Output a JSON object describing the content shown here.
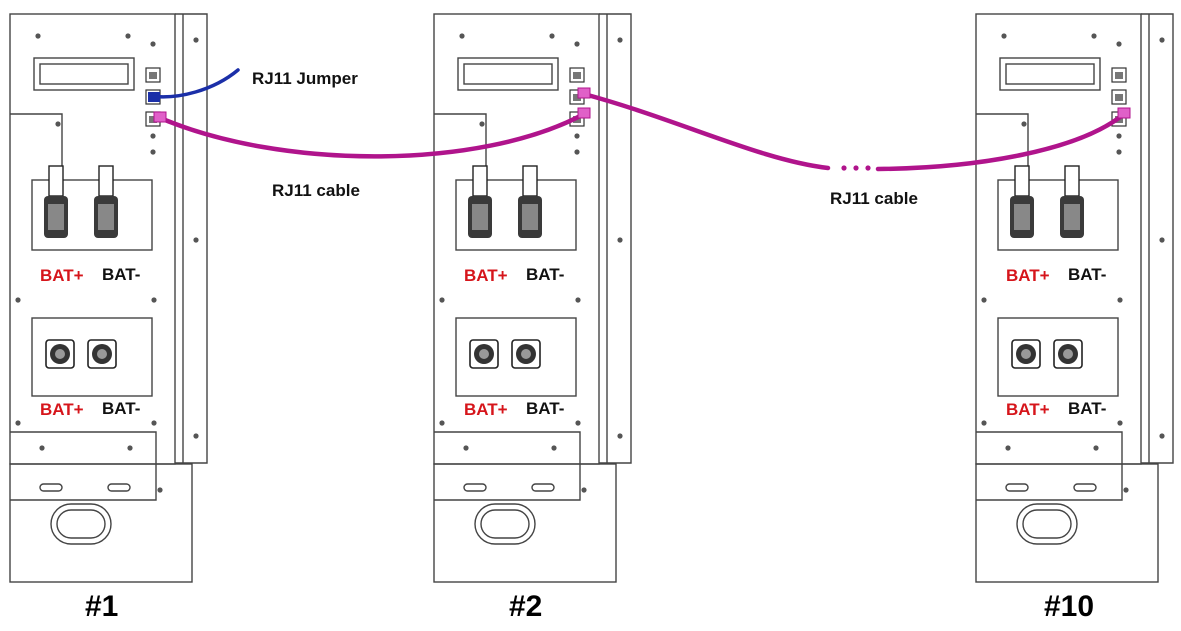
{
  "diagram": {
    "units": [
      {
        "id": "1",
        "number_label": "#1",
        "terminal_labels": {
          "upper": {
            "positive": "BAT+",
            "negative": "BAT-"
          },
          "lower": {
            "positive": "BAT+",
            "negative": "BAT-"
          }
        }
      },
      {
        "id": "2",
        "number_label": "#2",
        "terminal_labels": {
          "upper": {
            "positive": "BAT+",
            "negative": "BAT-"
          },
          "lower": {
            "positive": "BAT+",
            "negative": "BAT-"
          }
        }
      },
      {
        "id": "10",
        "number_label": "#10",
        "terminal_labels": {
          "upper": {
            "positive": "BAT+",
            "negative": "BAT-"
          },
          "lower": {
            "positive": "BAT+",
            "negative": "BAT-"
          }
        }
      }
    ],
    "cables": [
      {
        "id": "jumper",
        "label": "RJ11 Jumper",
        "color": "#1b2fa8"
      },
      {
        "id": "cable-1-2",
        "label": "RJ11 cable",
        "color": "#b0148c"
      },
      {
        "id": "cable-2-10",
        "label": "RJ11 cable",
        "color": "#b0148c"
      }
    ],
    "colors": {
      "outline": "#444444",
      "positive_text": "#d6151b",
      "negative_text": "#111111",
      "cable": "#b0148c",
      "jumper": "#1b2fa8"
    },
    "icons": [
      "rj11-port-icon",
      "battery-connector-icon",
      "round-terminal-icon"
    ]
  }
}
